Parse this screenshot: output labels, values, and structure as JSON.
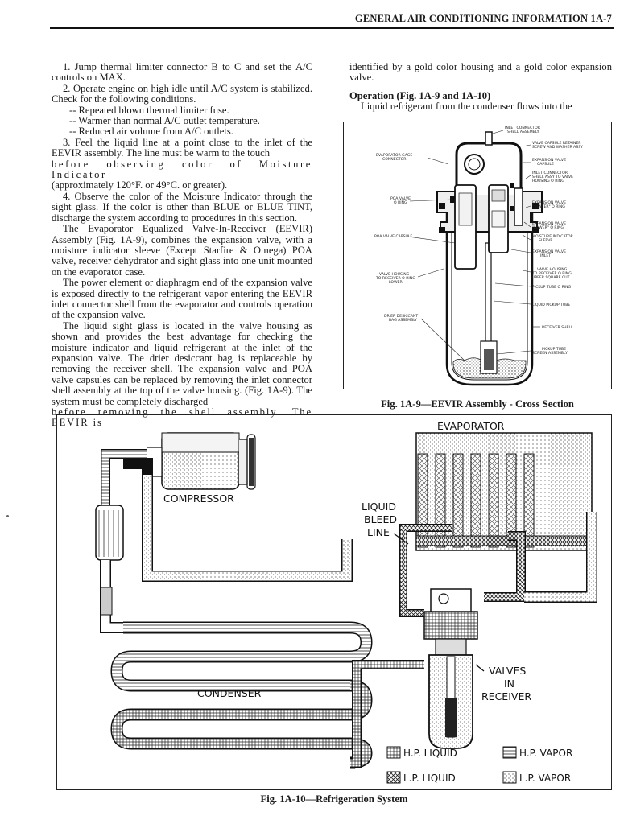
{
  "header": {
    "title": "GENERAL AIR CONDITIONING INFORMATION 1A-7"
  },
  "left_column": {
    "p1": "1. Jump thermal limiter connector B to C and set the A/C controls on MAX.",
    "p2": "2. Operate engine on high idle until A/C system is stabilized. Check for the following conditions.",
    "dashes": [
      "-- Repeated blown thermal limiter fuse.",
      "-- Warmer than normal A/C outlet temperature.",
      "-- Reduced air volume from A/C outlets."
    ],
    "p3_a": "3. Feel the liquid line at a point close to the inlet of the EEVIR assembly. The line must be warm to the touch",
    "p3_b": "before observing color of Moisture Indicator",
    "p3_c": "(approximately 120°F. or 49°C. or greater).",
    "p4": "4. Observe the color of the Moisture Indicator through the sight glass. If the color is other than BLUE or BLUE TINT, discharge the system according to procedures in this section.",
    "p5": "The Evaporator Equalized Valve-In-Receiver (EEVIR) Assembly (Fig. 1A-9), combines the expansion valve, with a moisture indicator sleeve (Except Starfire & Omega) POA valve, receiver dehydrator and sight glass into one unit mounted on the evaporator case.",
    "p6": "The power element or diaphragm end of the expansion valve is exposed directly to the refrigerant vapor entering the EEVIR inlet connector shell from the evaporator and controls operation of the expansion valve.",
    "p7": "The liquid sight glass is located in the valve housing as shown and provides the best advantage for checking the moisture indicator and liquid refrigerant at the inlet of the expansion valve. The drier desiccant bag is replaceable by removing the receiver shell. The expansion valve and POA valve capsules can be replaced by removing the inlet connector shell assembly at the top of the valve housing. (Fig. 1A-9). The system must be completely discharged",
    "p7_last": "before removing the shell assembly. The EEVIR is"
  },
  "right_column": {
    "p1": "identified by a gold color housing and a gold color expansion valve.",
    "subhead": "Operation (Fig. 1A-9 and 1A-10)",
    "p2": "Liquid refrigerant from the condenser flows into the"
  },
  "fig9": {
    "caption": "Fig. 1A-9—EEVIR Assembly - Cross Section",
    "labels": {
      "inlet_connector": [
        "INLET CONNECTOR",
        "SHELL ASSEMBLY"
      ],
      "valve_capsule_retainer": [
        "VALVE CAPSULE RETAINER",
        "SCREW AND WASHER ASSY"
      ],
      "evaporator_gage": [
        "EVAPORATOR GAGE",
        "CONNECTOR"
      ],
      "expansion_valve_capsule": [
        "EXPANSION VALVE",
        "CAPSULE"
      ],
      "inlet_connector_shell": [
        "INLET CONNECTOR",
        "SHELL ASSY TO VALVE",
        "HOUSING O RING"
      ],
      "poa_valve_oring": [
        "POA VALVE",
        "O RING"
      ],
      "expansion_valve_center": [
        "EXPANSION VALVE",
        "\"CENTER\" O RING"
      ],
      "expansion_valve_lower": [
        "EXPANSION VALVE",
        "\"LOWER\" O RING"
      ],
      "poa_valve_capsule": [
        "POA VALVE CAPSULE"
      ],
      "moisture_indicator": [
        "MOISTURE INDICATOR",
        "SLEEVE"
      ],
      "expansion_valve_inlet": [
        "EXPANSION VALVE",
        "INLET"
      ],
      "valve_housing_lower": [
        "VALVE HOUSING",
        "TO RECEIVER O RING",
        "LOWER"
      ],
      "valve_housing_upper": [
        "VALVE HOUSING",
        "TO RECEIVER O RING",
        "UPPER SQUARE CUT"
      ],
      "pickup_tube_oring": [
        "PICKUP TUBE O RING"
      ],
      "liquid_pickup_tube": [
        "LIQUID PICKUP TUBE"
      ],
      "drier_desiccant": [
        "DRIER DESICCANT",
        "BAG ASSEMBLY"
      ],
      "receiver_shell": [
        "RECEIVER SHELL"
      ],
      "pickup_tube_screen": [
        "PICKUP TUBE",
        "SCREEN ASSEMBLY"
      ]
    }
  },
  "fig10": {
    "caption": "Fig. 1A-10—Refrigeration System",
    "labels": {
      "evaporator": "EVAPORATOR",
      "compressor": "COMPRESSOR",
      "liquid_bleed_line": [
        "LIQUID",
        "BLEED",
        "LINE"
      ],
      "condenser": "CONDENSER",
      "valves_in_receiver": [
        "VALVES",
        "IN",
        "RECEIVER"
      ]
    },
    "legend": [
      {
        "label": "H.P. LIQUID",
        "pattern": "hp-liquid"
      },
      {
        "label": "H.P. VAPOR",
        "pattern": "hp-vapor"
      },
      {
        "label": "L.P. LIQUID",
        "pattern": "lp-liquid"
      },
      {
        "label": "L.P. VAPOR",
        "pattern": "lp-vapor"
      }
    ]
  }
}
